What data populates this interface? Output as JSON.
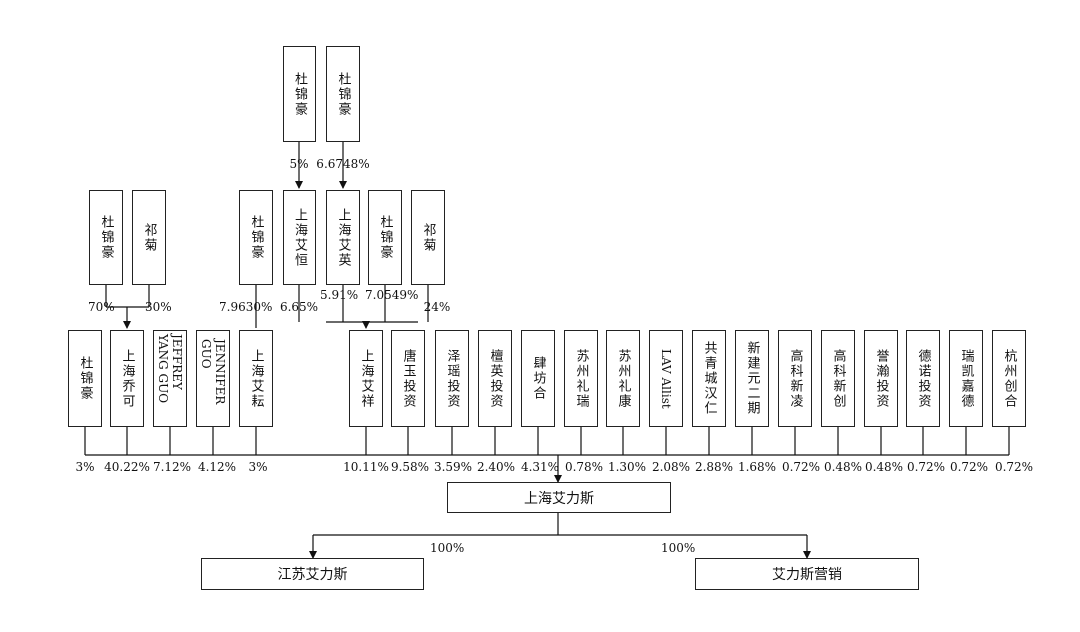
{
  "nodes": {
    "top_du_1": "杜锦豪",
    "top_du_2": "杜锦豪",
    "du_a": "杜锦豪",
    "qi_a": "祁菊",
    "du_b": "杜锦豪",
    "aiheng": "上海艾恒",
    "aiying": "上海艾英",
    "du_c": "杜锦豪",
    "qi_b": "祁菊",
    "s_du": "杜锦豪",
    "s_qiaoke": "上海乔可",
    "s_jeffrey": "JEFFREY YANG GUO",
    "s_jennifer": "JENNIFER GUO",
    "s_aisong": "上海艾耘",
    "s_aixiang": "上海艾祥",
    "s_tangyu": "唐玉投资",
    "s_zeyao": "泽瑶投资",
    "s_tanying": "檀英投资",
    "s_sifang": "肆坊合",
    "s_lirui": "苏州礼瑞",
    "s_likang": "苏州礼康",
    "s_lav": "LAV Allist",
    "s_gongqing": "共青城汉仁",
    "s_xinjian": "新建元二期",
    "s_gaoling": "高科新凌",
    "s_gaochuang": "高科新创",
    "s_yuhan": "誉瀚投资",
    "s_denuo": "德诺投资",
    "s_ruikai": "瑞凯嘉德",
    "s_hangzhou": "杭州创合",
    "company": "上海艾力斯",
    "sub_js": "江苏艾力斯",
    "sub_mk": "艾力斯营销"
  },
  "percents": {
    "p_top1": "5%",
    "p_top2": "6.6748%",
    "p_du_a": "70%",
    "p_qi_a": "30%",
    "p_du_b": "7.9630%",
    "p_aiheng": "6.65%",
    "p_aiying": "5.91%",
    "p_du_c": "7.0549%",
    "p_qi_b": "24%",
    "s_du": "3%",
    "s_qiaoke": "40.22%",
    "s_jeffrey": "7.12%",
    "s_jennifer": "4.12%",
    "s_aisong": "3%",
    "s_aixiang": "10.11%",
    "s_tangyu": "9.58%",
    "s_zeyao": "3.59%",
    "s_tanying": "2.40%",
    "s_sifang": "4.31%",
    "s_lirui": "0.78%",
    "s_likang": "1.30%",
    "s_lav": "2.08%",
    "s_gongqing": "2.88%",
    "s_xinjian": "1.68%",
    "s_gaoling": "0.72%",
    "s_gaochuang": "0.48%",
    "s_yuhan": "0.48%",
    "s_denuo": "0.72%",
    "s_ruikai": "0.72%",
    "s_hangzhou": "0.72%",
    "sub_js": "100%",
    "sub_mk": "100%"
  }
}
